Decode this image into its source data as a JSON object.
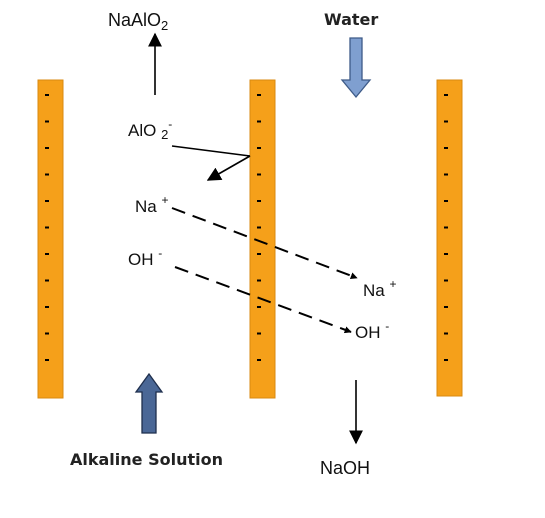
{
  "labels": {
    "product_top": {
      "base": "NaAlO",
      "sub": "2"
    },
    "water": "Water",
    "alkaline_solution": "Alkaline Solution",
    "naoh": "NaOH"
  },
  "ions": {
    "aluminate": {
      "base": "AlO ",
      "sub": "2",
      "sup": "-"
    },
    "na_left": {
      "base": "Na ",
      "sup": "+"
    },
    "oh_left": {
      "base": "OH ",
      "sup": "-"
    },
    "na_right": {
      "base": "Na ",
      "sup": "+"
    },
    "oh_right": {
      "base": "OH ",
      "sup": "-"
    }
  },
  "membranes": {
    "count": 3,
    "fill_color": "#F5A01A",
    "border_color": "#D98A10",
    "charge_symbol": "-"
  },
  "arrows": {
    "water_color": "#7F9FD0",
    "alkaline_color": "#4A6796"
  }
}
